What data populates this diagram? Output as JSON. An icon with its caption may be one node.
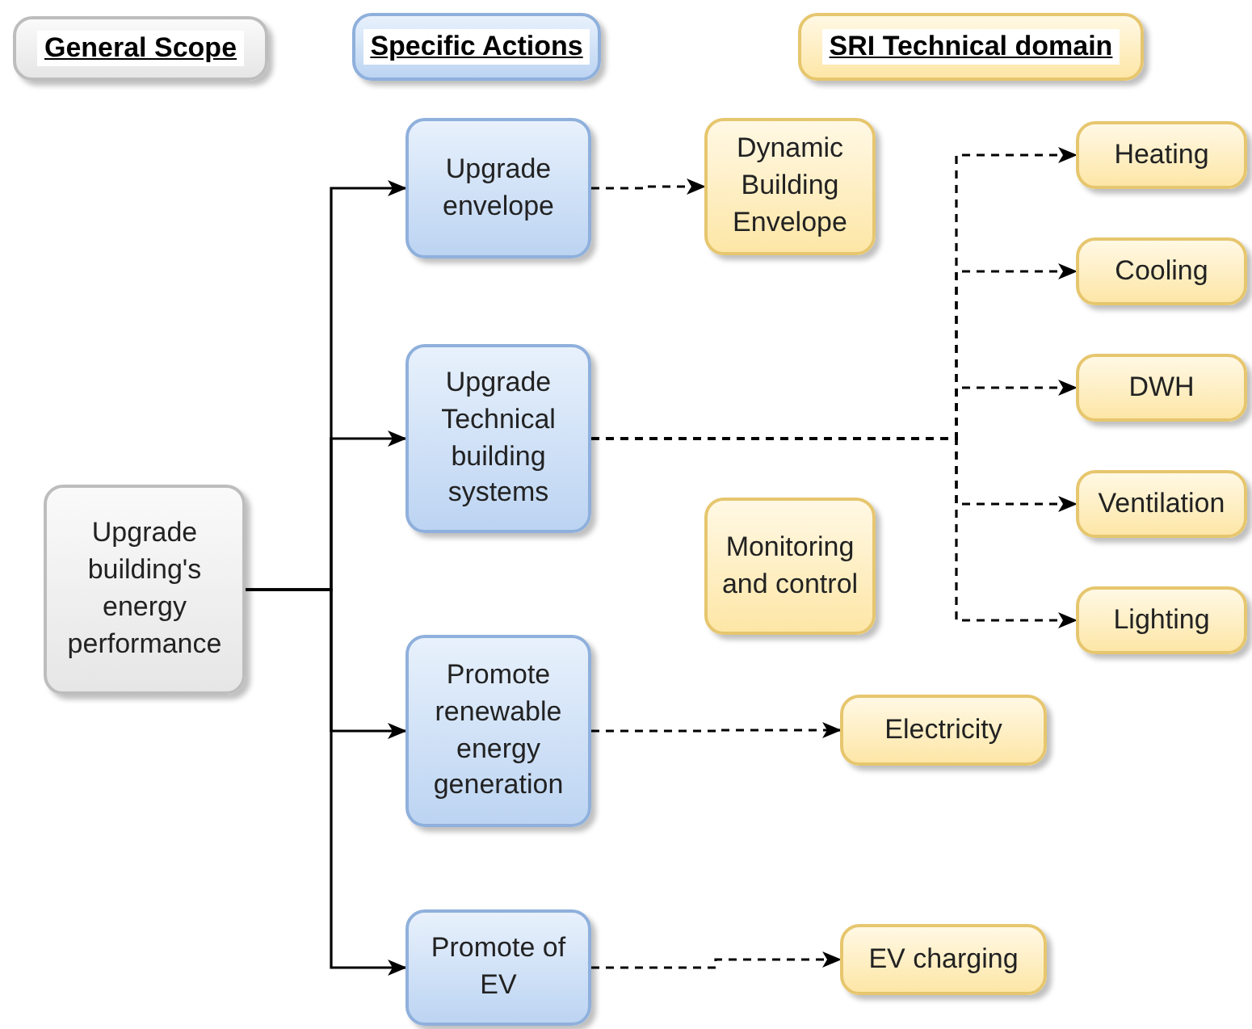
{
  "diagram": {
    "nodes": [
      {
        "text": [
          "General Scope"
        ]
      },
      {
        "text": [
          "Specific Actions"
        ]
      },
      {
        "text": [
          "SRI Technical domain"
        ]
      },
      {
        "text": [
          "Upgrade building's energy performance"
        ]
      },
      {
        "text": [
          "Upgrade envelope"
        ]
      },
      {
        "text": [
          "Upgrade Technical building systems"
        ]
      },
      {
        "text": [
          "Promote renewable energy generation"
        ]
      },
      {
        "text": [
          "Promote of EV"
        ]
      },
      {
        "text": [
          "Dynamic Building Envelope"
        ]
      },
      {
        "text": [
          "Heating"
        ]
      },
      {
        "text": [
          "Cooling"
        ]
      },
      {
        "text": [
          "DWH"
        ]
      },
      {
        "text": [
          "Ventilation"
        ]
      },
      {
        "text": [
          "Lighting"
        ]
      },
      {
        "text": [
          "Monitoring and control"
        ]
      },
      {
        "text": [
          "Electricity"
        ]
      },
      {
        "text": [
          "EV charging"
        ]
      }
    ],
    "edges": [
      {
        "from": 3,
        "to": 4,
        "arrow": "to"
      },
      {
        "from": 3,
        "to": 5,
        "arrow": "to"
      },
      {
        "from": 3,
        "to": 6,
        "arrow": "to"
      },
      {
        "from": 3,
        "to": 7,
        "arrow": "to"
      },
      {
        "from": 4,
        "to": 8,
        "arrow": "to",
        "style": "dashed"
      },
      {
        "from": 5,
        "to": 9,
        "arrow": "to",
        "style": "dashed"
      },
      {
        "from": 5,
        "to": 10,
        "arrow": "to",
        "style": "dashed"
      },
      {
        "from": 5,
        "to": 11,
        "arrow": "to",
        "style": "dashed"
      },
      {
        "from": 5,
        "to": 12,
        "arrow": "to",
        "style": "dashed"
      },
      {
        "from": 5,
        "to": 13,
        "arrow": "to",
        "style": "dashed"
      },
      {
        "from": 6,
        "to": 15,
        "arrow": "to",
        "style": "dashed"
      },
      {
        "from": 7,
        "to": 16,
        "arrow": "to",
        "style": "dashed"
      }
    ]
  }
}
